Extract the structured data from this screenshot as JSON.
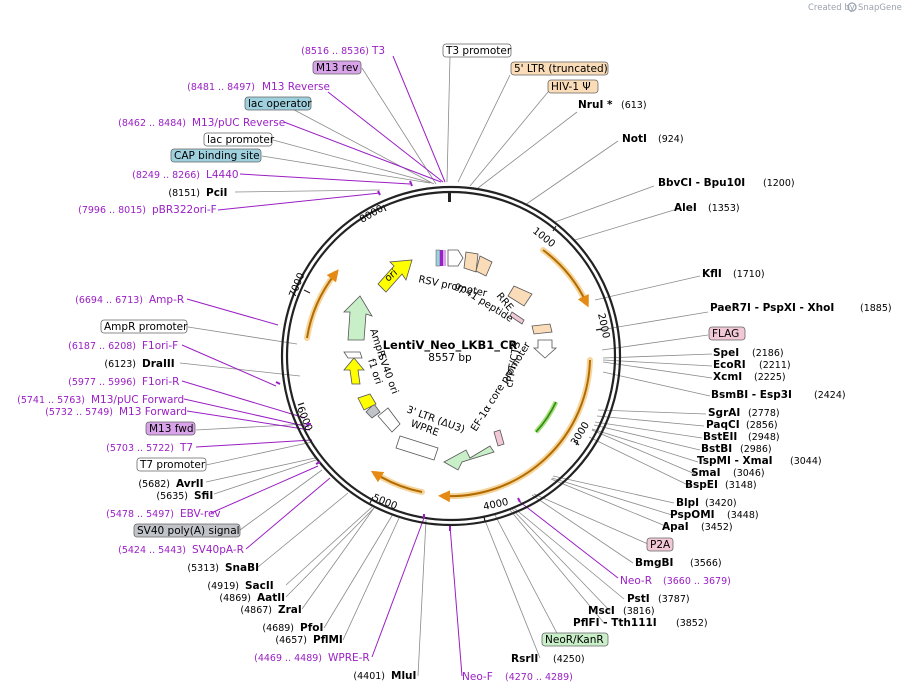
{
  "credit": {
    "prefix": "Created by",
    "brand": "SnapGene"
  },
  "map": {
    "name": "LentiV_Neo_LKB1_CR",
    "length_label": "8557 bp"
  },
  "ticks": [
    "1000",
    "2000",
    "3000",
    "4000",
    "5000",
    "6000",
    "7000",
    "8000"
  ],
  "inner_features": [
    "RSV promoter",
    "RRE",
    "gp41 peptide",
    "cPPT/CTS",
    "EF-1α core promoter",
    "WPRE",
    "3' LTR (ΔU3)",
    "SV40 ori",
    "f1 ori",
    "AmpR",
    "ori"
  ],
  "right_labels": [
    {
      "name": "NruI *",
      "pos": "(613)"
    },
    {
      "name": "NotI",
      "pos": "(924)"
    },
    {
      "name": "BbvCI - Bpu10I",
      "pos": "(1200)"
    },
    {
      "name": "AleI",
      "pos": "(1353)"
    },
    {
      "name": "KflI",
      "pos": "(1710)"
    },
    {
      "name": "PaeR7I - PspXI - XhoI",
      "pos": "(1885)"
    },
    {
      "name": "SpeI",
      "pos": "(2186)"
    },
    {
      "name": "EcoRI",
      "pos": "(2211)"
    },
    {
      "name": "XcmI",
      "pos": "(2225)"
    },
    {
      "name": "BsmBI - Esp3I",
      "pos": "(2424)"
    },
    {
      "name": "SgrAI",
      "pos": "(2778)"
    },
    {
      "name": "PaqCI",
      "pos": "(2856)"
    },
    {
      "name": "BstEII",
      "pos": "(2948)"
    },
    {
      "name": "BstBI",
      "pos": "(2986)"
    },
    {
      "name": "TspMI - XmaI",
      "pos": "(3044)"
    },
    {
      "name": "SmaI",
      "pos": "(3046)"
    },
    {
      "name": "BspEI",
      "pos": "(3148)"
    },
    {
      "name": "BlpI",
      "pos": "(3420)"
    },
    {
      "name": "PspOMI",
      "pos": "(3448)"
    },
    {
      "name": "ApaI",
      "pos": "(3452)"
    },
    {
      "name": "BmgBI",
      "pos": "(3566)"
    },
    {
      "name": "PstI",
      "pos": "(3787)"
    },
    {
      "name": "MscI",
      "pos": "(3816)"
    },
    {
      "name": "PflFI - Tth111I",
      "pos": "(3852)"
    },
    {
      "name": "RsrII",
      "pos": "(4250)"
    }
  ],
  "left_labels": [
    {
      "name": "PciI",
      "pos": "(8151)"
    },
    {
      "name": "DraIII",
      "pos": "(6123)"
    },
    {
      "name": "AvrII",
      "pos": "(5682)"
    },
    {
      "name": "SfiI",
      "pos": "(5635)"
    },
    {
      "name": "SnaBI",
      "pos": "(5313)"
    },
    {
      "name": "SacII",
      "pos": "(4919)"
    },
    {
      "name": "AatII",
      "pos": "(4869)"
    },
    {
      "name": "ZraI",
      "pos": "(4867)"
    },
    {
      "name": "PfoI",
      "pos": "(4689)"
    },
    {
      "name": "PflMI",
      "pos": "(4657)"
    },
    {
      "name": "MluI",
      "pos": "(4401)"
    }
  ],
  "primers": [
    {
      "name": "T3",
      "pos": "(8516 .. 8536)"
    },
    {
      "name": "M13 Reverse",
      "pos": "(8481 .. 8497)"
    },
    {
      "name": "M13/pUC Reverse",
      "pos": "(8462 .. 8484)"
    },
    {
      "name": "L4440",
      "pos": "(8249 .. 8266)"
    },
    {
      "name": "pBR322ori-F",
      "pos": "(7996 .. 8015)"
    },
    {
      "name": "Amp-R",
      "pos": "(6694 .. 6713)"
    },
    {
      "name": "F1ori-F",
      "pos": "(6187 .. 6208)"
    },
    {
      "name": "F1ori-R",
      "pos": "(5977 .. 5996)"
    },
    {
      "name": "M13/pUC Forward",
      "pos": "(5741 .. 5763)"
    },
    {
      "name": "M13 Forward",
      "pos": "(5732 .. 5749)"
    },
    {
      "name": "T7",
      "pos": "(5703 .. 5722)"
    },
    {
      "name": "EBV-rev",
      "pos": "(5478 .. 5497)"
    },
    {
      "name": "SV40pA-R",
      "pos": "(5424 .. 5443)"
    },
    {
      "name": "WPRE-R",
      "pos": "(4469 .. 4489)"
    },
    {
      "name": "Neo-F",
      "pos": "(4270 .. 4289)"
    },
    {
      "name": "Neo-R",
      "pos": "(3660 .. 3679)"
    }
  ],
  "boxes": [
    {
      "name": "T3 promoter",
      "color": "#ffffff"
    },
    {
      "name": "M13 rev",
      "color": "#d9a3ea"
    },
    {
      "name": "lac operator",
      "color": "#9ed0de"
    },
    {
      "name": "lac promoter",
      "color": "#ffffff"
    },
    {
      "name": "CAP binding site",
      "color": "#9ed0de"
    },
    {
      "name": "5' LTR (truncated)",
      "color": "#fbdcb8"
    },
    {
      "name": "HIV-1 Ψ",
      "color": "#fbdcb8"
    },
    {
      "name": "FLAG",
      "color": "#f2c8d6"
    },
    {
      "name": "P2A",
      "color": "#f2c8d6"
    },
    {
      "name": "NeoR/KanR",
      "color": "#c9efc9"
    },
    {
      "name": "AmpR promoter",
      "color": "#ffffff"
    },
    {
      "name": "M13 fwd",
      "color": "#d9a3ea"
    },
    {
      "name": "T7 promoter",
      "color": "#ffffff"
    },
    {
      "name": "SV40 poly(A) signal",
      "color": "#c0c4c8"
    }
  ]
}
